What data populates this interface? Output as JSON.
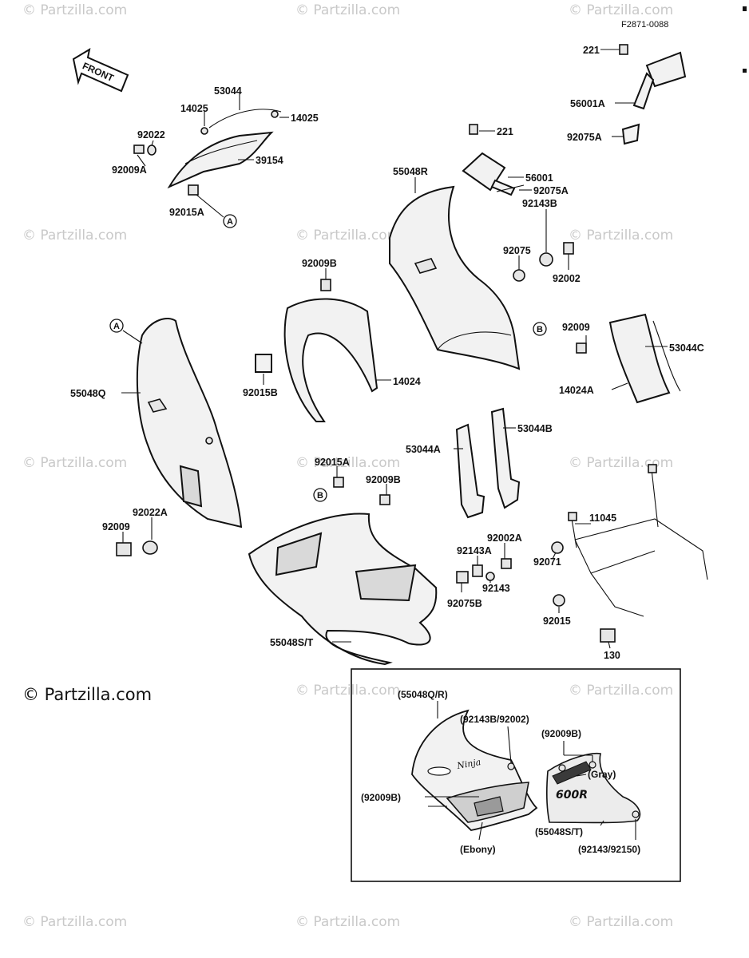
{
  "diagram_ref": "F2871-0088",
  "front_label": "FRONT",
  "watermark": "© Partzilla.com",
  "big_watermark": "© Partzilla.com",
  "badges": {
    "a": "A",
    "b": "B"
  },
  "labels": {
    "p221a": "221",
    "p56001a": "56001A",
    "p92075a_top": "92075A",
    "p53044": "53044",
    "p14025a": "14025",
    "p14025b": "14025",
    "p92022": "92022",
    "p92009a": "92009A",
    "p39154": "39154",
    "p92015a_top": "92015A",
    "p221b": "221",
    "p56001": "56001",
    "p92075a_mid": "92075A",
    "p55048r": "55048R",
    "p92143b": "92143B",
    "p92075": "92075",
    "p92002": "92002",
    "p92009b_top": "92009B",
    "p92015b": "92015B",
    "p14024": "14024",
    "p55048q": "55048Q",
    "p92009_right": "92009",
    "p53044c": "53044C",
    "p14024a": "14024A",
    "p53044a": "53044A",
    "p53044b": "53044B",
    "p92015a_mid": "92015A",
    "p92009b_mid": "92009B",
    "p92022a": "92022A",
    "p92009_left": "92009",
    "p92002a": "92002A",
    "p92143a": "92143A",
    "p92143": "92143",
    "p92075b": "92075B",
    "p55048st": "55048S/T",
    "p11045": "11045",
    "p92071": "92071",
    "p92015": "92015",
    "p130": "130"
  },
  "inset": {
    "l1": "(55048Q/R)",
    "l2": "(92143B/92002)",
    "l3": "(92009B)",
    "l4": "(Gray)",
    "l5": "(92009B)",
    "l6": "(55048S/T)",
    "l7": "(Ebony)",
    "l8": "(92143/92150)",
    "decal1": "Ninja",
    "decal2": "600R"
  }
}
